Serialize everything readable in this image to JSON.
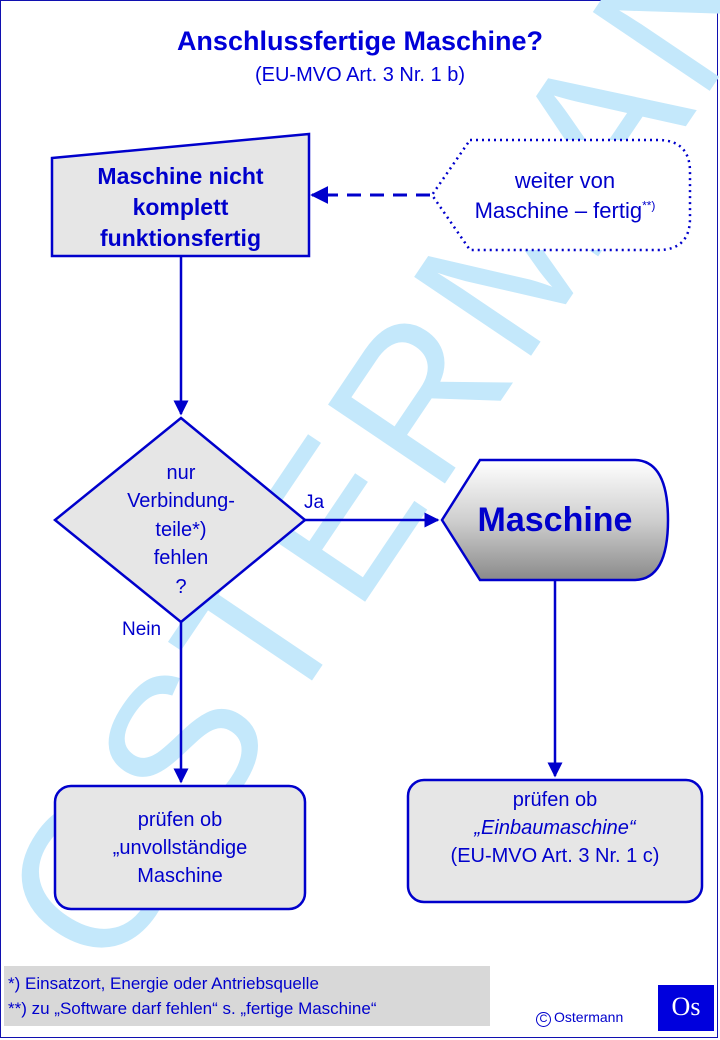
{
  "title": "Anschlussfertige Maschine?",
  "subtitle": "(EU-MVO Art. 3 Nr. 1 b)",
  "watermark": "OSTERMANN",
  "nodes": {
    "start_box": [
      "Maschine nicht",
      "komplett",
      "funktionsfertig"
    ],
    "continue_from": {
      "line1": "weiter von",
      "line2": "Maschine – fertig",
      "sup": "**)"
    },
    "decision": [
      "nur",
      "Verbindung-",
      "teile*)",
      "fehlen",
      "?"
    ],
    "maschine": "Maschine",
    "check_incomplete": [
      "prüfen ob",
      "„unvollständige",
      "Maschine"
    ],
    "check_einbau": {
      "line1": "prüfen ob",
      "line2": "„Einbaumaschine“",
      "line3": "(EU-MVO Art. 3 Nr. 1 c)"
    }
  },
  "edge_labels": {
    "yes": "Ja",
    "no": "Nein"
  },
  "footnotes": [
    "*) Einsatzort, Energie oder Antriebsquelle",
    "**) zu „Software darf fehlen“ s. „fertige Maschine“"
  ],
  "copyright": "Ostermann",
  "copyright_symbol": "C",
  "logo": "Os",
  "colors": {
    "primary_blue": "#0000cc",
    "watermark": "#bfe6fa",
    "box_fill": "#e6e6e6",
    "footnote_fill": "#d8d8d8"
  }
}
